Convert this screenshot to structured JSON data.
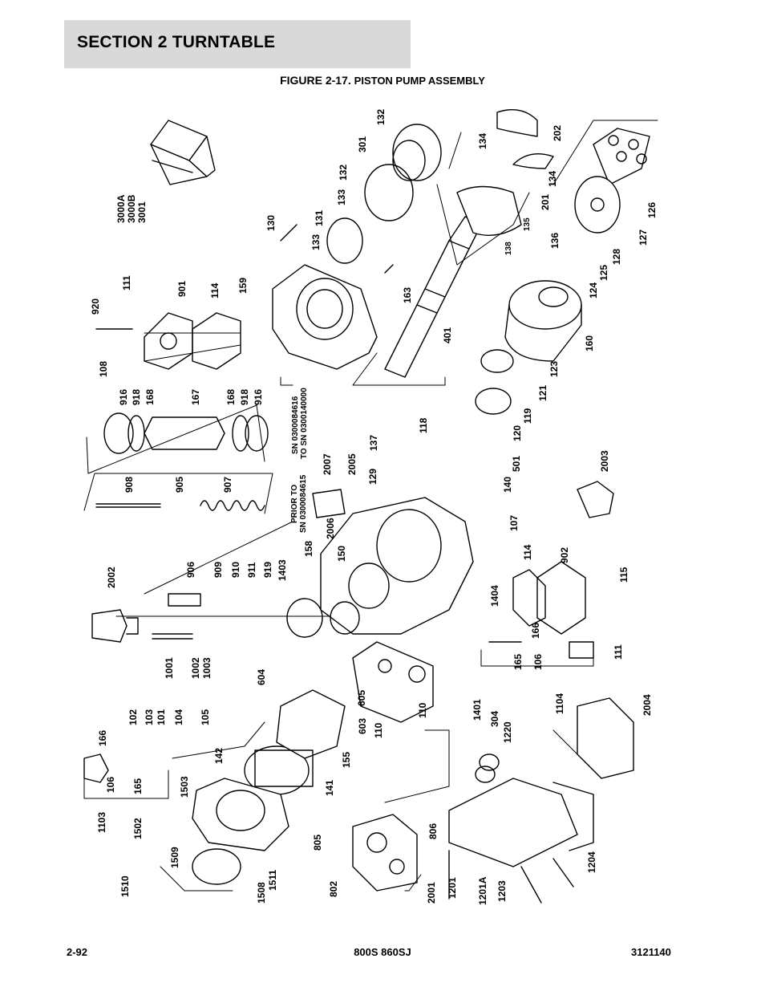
{
  "header": {
    "section_title": "SECTION 2   TURNTABLE"
  },
  "figure": {
    "label": "FIGURE 2-17.",
    "name": "PISTON PUMP ASSEMBLY"
  },
  "notes": {
    "sn_after_1": "SN 0300084616",
    "sn_after_2": "TO SN 0300140000",
    "sn_prior_1": "PRIOR TO",
    "sn_prior_2": "SN 0300084615"
  },
  "callouts": [
    "3000A",
    "3000B",
    "3001",
    "920",
    "111",
    "108",
    "901",
    "114",
    "130",
    "159",
    "133",
    "131",
    "133",
    "132",
    "301",
    "132",
    "134",
    "202",
    "134",
    "201",
    "135",
    "138",
    "136",
    "126",
    "127",
    "128",
    "125",
    "124",
    "160",
    "163",
    "401",
    "916",
    "918",
    "168",
    "167",
    "168",
    "918",
    "916",
    "2007",
    "2005",
    "118",
    "137",
    "123",
    "121",
    "119",
    "120",
    "501",
    "140",
    "2003",
    "908",
    "905",
    "907",
    "129",
    "2006",
    "150",
    "107",
    "114",
    "902",
    "115",
    "2002",
    "906",
    "909",
    "910",
    "911",
    "919",
    "1403",
    "158",
    "1404",
    "166",
    "165",
    "106",
    "111",
    "1001",
    "1002",
    "1003",
    "604",
    "102",
    "103",
    "101",
    "104",
    "105",
    "605",
    "603",
    "110",
    "110",
    "1401",
    "304",
    "1220",
    "1104",
    "2004",
    "166",
    "106",
    "165",
    "1103",
    "142",
    "155",
    "141",
    "1503",
    "1502",
    "1509",
    "1510",
    "1508",
    "1511",
    "805",
    "806",
    "802",
    "2001",
    "1201",
    "1201A",
    "1203",
    "1204"
  ],
  "footer": {
    "page": "2-92",
    "model": "800S 860SJ",
    "doc_number": "3121140"
  }
}
